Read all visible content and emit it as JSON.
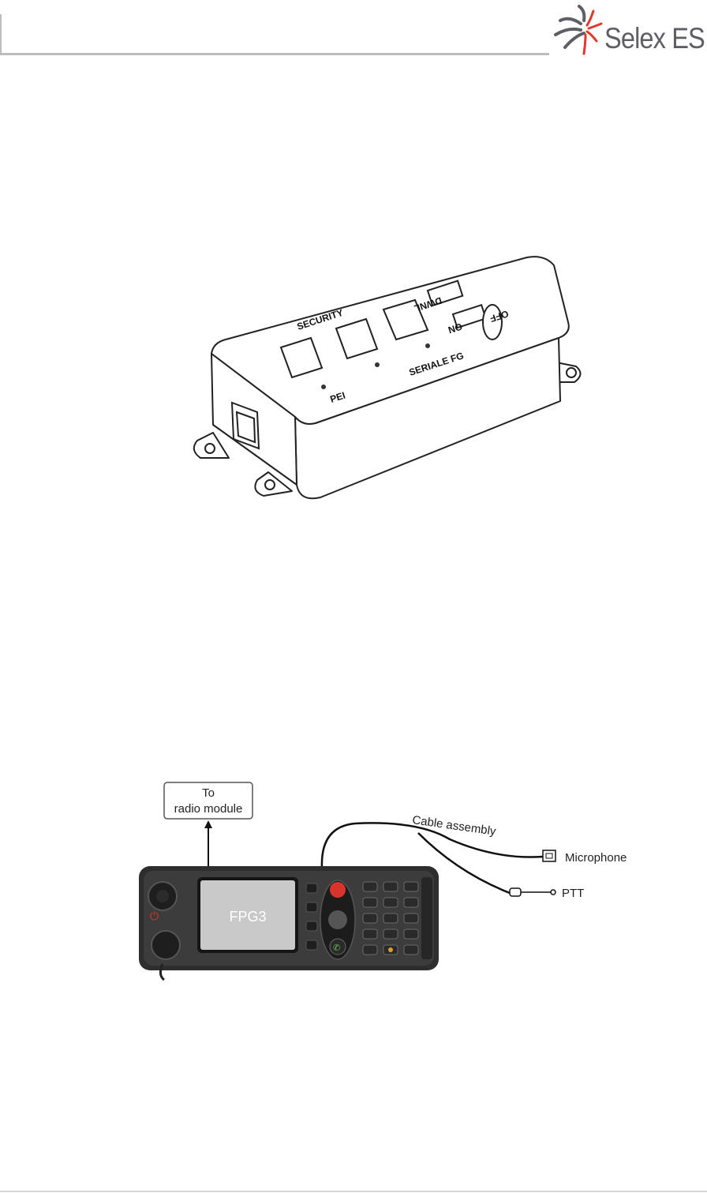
{
  "header": {
    "logo_text": "Selex ES"
  },
  "figure1": {
    "labels": {
      "security": "SECURITY",
      "dwnl": "DWNL",
      "on": "ON",
      "off": "OFF",
      "pei": "PEI",
      "seriale": "SERIALE FG"
    }
  },
  "figure2": {
    "to_box_line1": "To",
    "to_box_line2": "radio module",
    "cable": "Cable assembly",
    "microphone": "Microphone",
    "ptt": "PTT",
    "screen": "FPG3"
  },
  "colors": {
    "brand_red": "#e03a2e",
    "brand_gray": "#5d5f64"
  }
}
